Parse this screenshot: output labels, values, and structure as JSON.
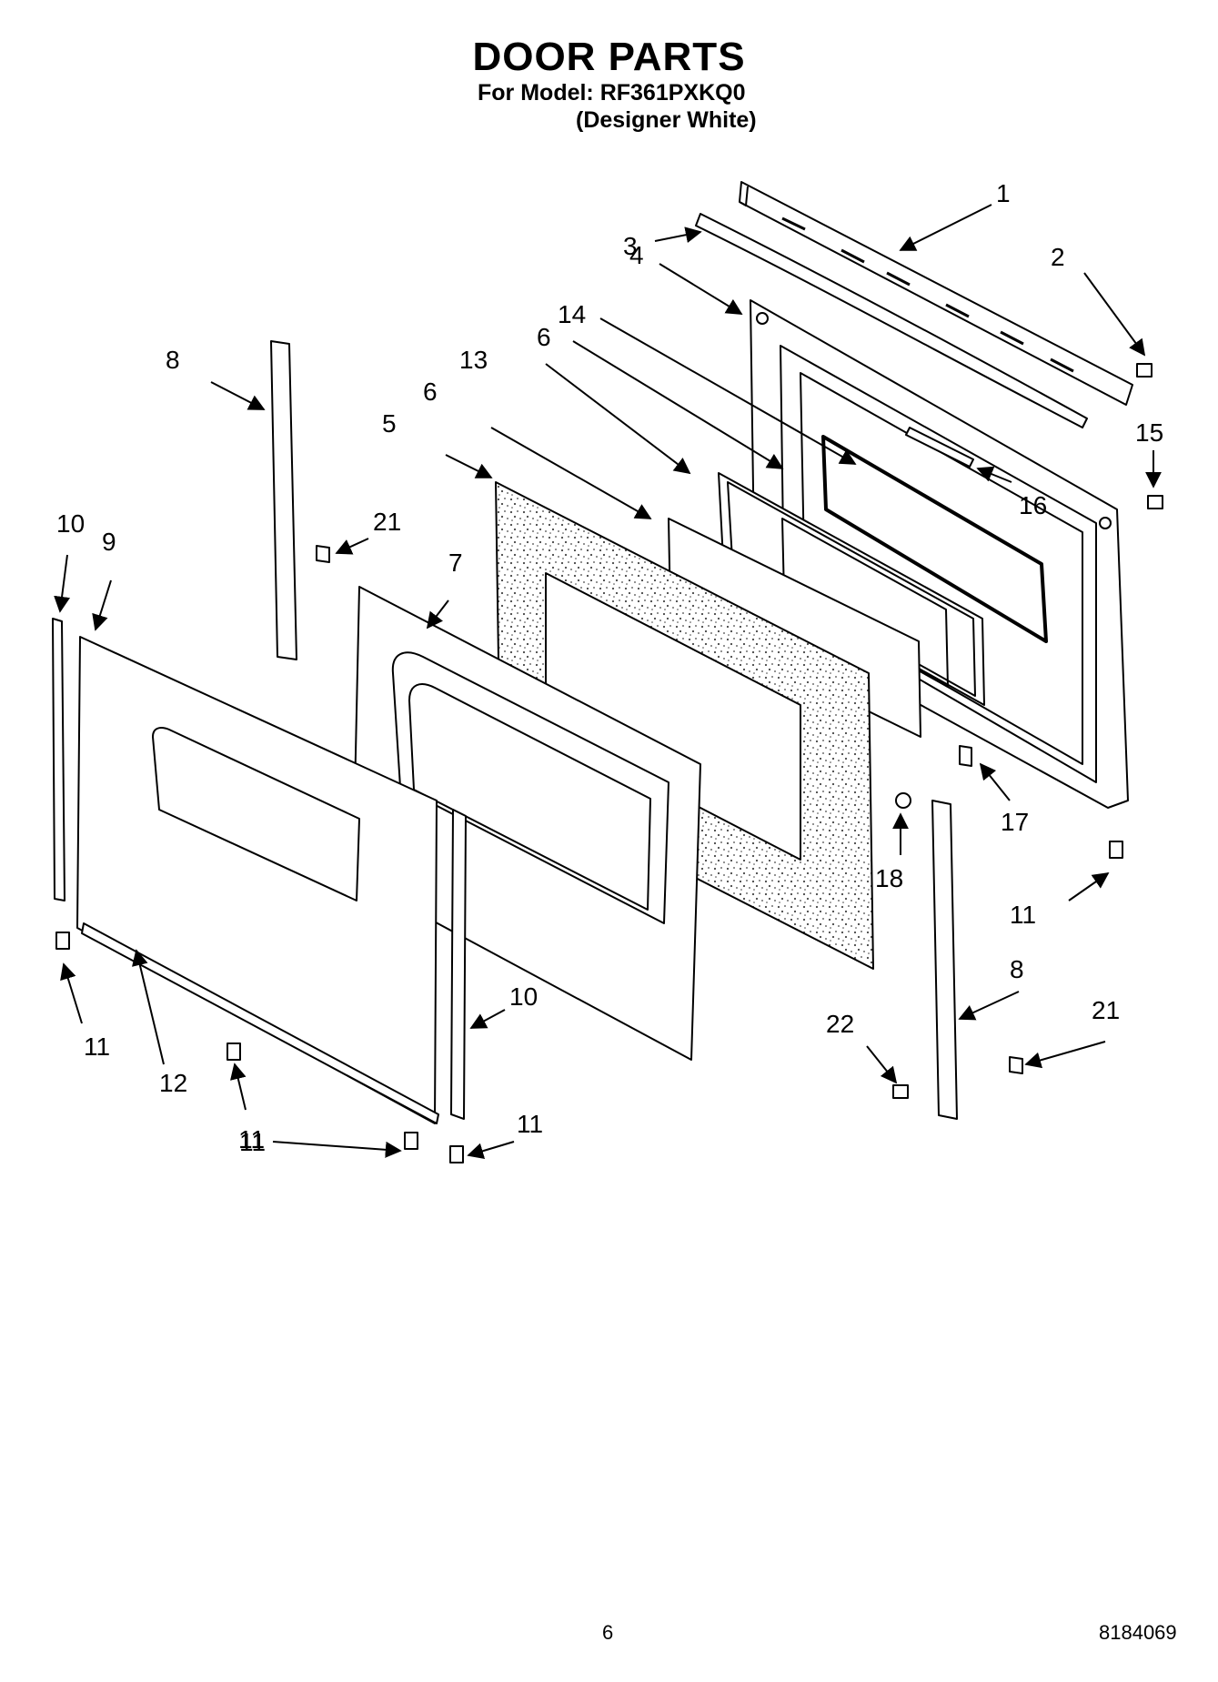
{
  "header": {
    "title": "DOOR PARTS",
    "model_line": "For Model: RF361PXKQ0",
    "variant_line": "(Designer White)"
  },
  "callouts": [
    "1",
    "2",
    "3",
    "4",
    "14",
    "6",
    "13",
    "6",
    "5",
    "8",
    "15",
    "16",
    "21",
    "10",
    "9",
    "7",
    "17",
    "18",
    "11",
    "11",
    "8",
    "10",
    "21",
    "22",
    "11",
    "12",
    "11",
    "11"
  ],
  "footer": {
    "page_number": "6",
    "document_number": "8184069"
  }
}
